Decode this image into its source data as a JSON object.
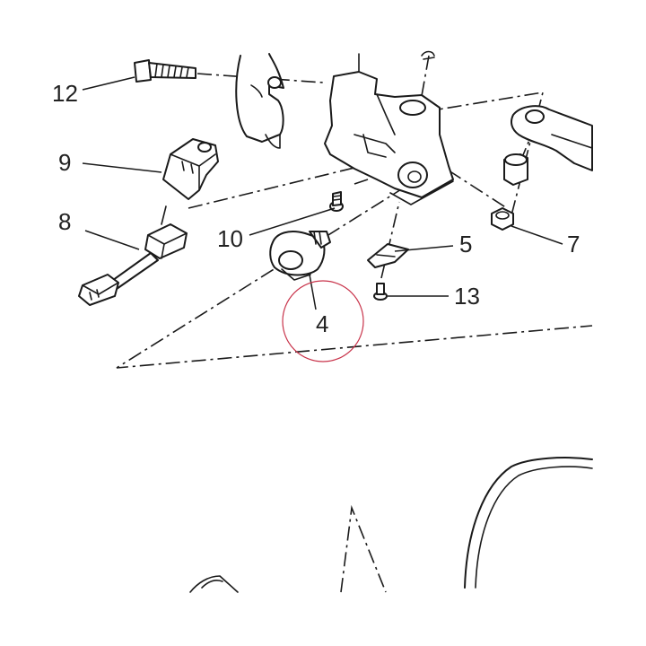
{
  "callouts": [
    {
      "id": "12",
      "label": "12"
    },
    {
      "id": "9",
      "label": "9"
    },
    {
      "id": "8",
      "label": "8"
    },
    {
      "id": "10",
      "label": "10"
    },
    {
      "id": "5",
      "label": "5"
    },
    {
      "id": "7",
      "label": "7"
    },
    {
      "id": "13",
      "label": "13"
    },
    {
      "id": "4",
      "label": "4"
    }
  ],
  "highlight": {
    "callout": "4",
    "color": "#c8334a"
  },
  "line_color": "#1a1a1a",
  "text_color": "#222222"
}
